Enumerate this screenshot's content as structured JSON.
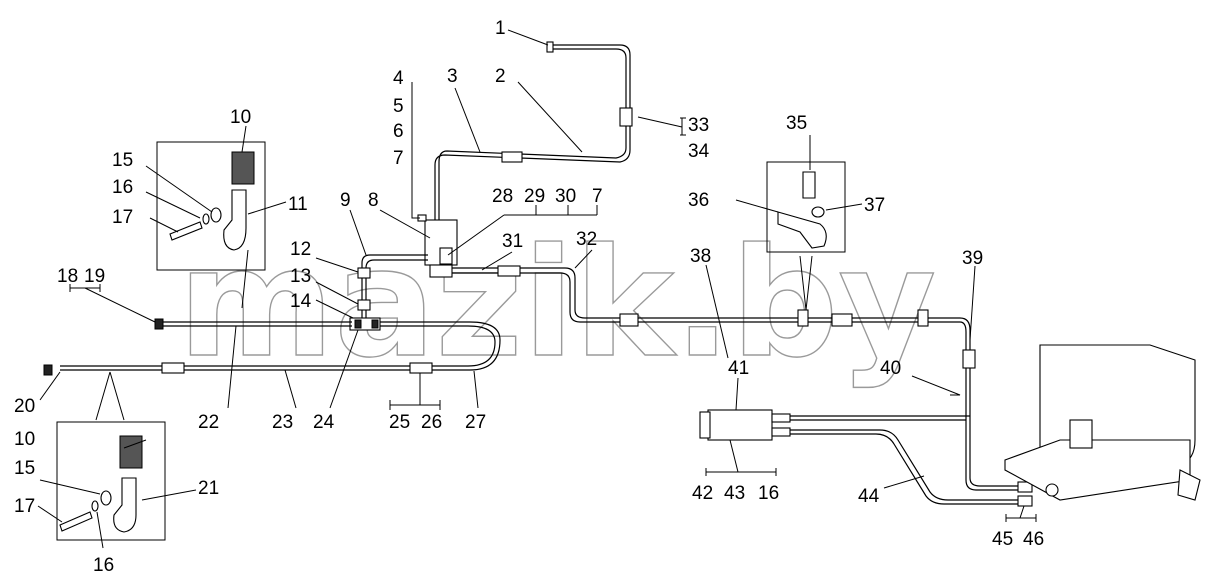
{
  "watermark": "mazik.by",
  "callouts": {
    "c1": "1",
    "c2": "2",
    "c3": "3",
    "c4": "4",
    "c5": "5",
    "c6": "6",
    "c7a": "7",
    "c8": "8",
    "c9": "9",
    "c10a": "10",
    "c11": "11",
    "c12": "12",
    "c13": "13",
    "c14": "14",
    "c15a": "15",
    "c16a": "16",
    "c17a": "17",
    "c18": "18",
    "c19": "19",
    "c20": "20",
    "c10b": "10",
    "c15b": "15",
    "c16b": "16",
    "c17b": "17",
    "c21": "21",
    "c22": "22",
    "c23": "23",
    "c24": "24",
    "c25": "25",
    "c26": "26",
    "c27": "27",
    "c28": "28",
    "c29": "29",
    "c30": "30",
    "c7b": "7",
    "c31": "31",
    "c32": "32",
    "c33": "33",
    "c34": "34",
    "c35": "35",
    "c36": "36",
    "c37": "37",
    "c38": "38",
    "c39": "39",
    "c40": "40",
    "c41": "41",
    "c42": "42",
    "c43": "43",
    "c16c": "16",
    "c44": "44",
    "c45": "45",
    "c46": "46"
  }
}
